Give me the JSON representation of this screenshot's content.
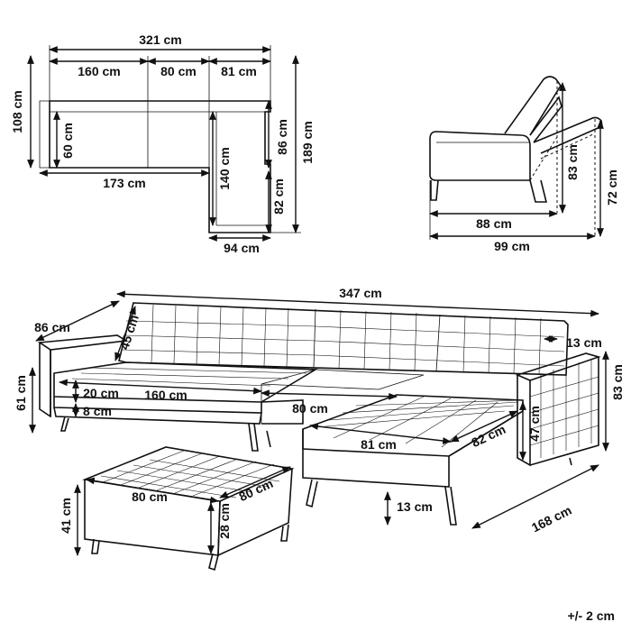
{
  "tolerance": "+/- 2 cm",
  "top_view": {
    "overall_width": "321 cm",
    "segment_1": "160 cm",
    "segment_2": "80 cm",
    "segment_3": "81 cm",
    "overall_depth": "108 cm",
    "seat_depth": "60 cm",
    "bed_width": "173 cm",
    "chaise_length": "140 cm",
    "chaise_seat": "86 cm",
    "chaise_total": "189 cm",
    "chaise_end": "82 cm",
    "chaise_width": "94 cm"
  },
  "side_view": {
    "height_upright": "83 cm",
    "height_reclined": "72 cm",
    "depth_upright": "88 cm",
    "depth_reclined": "99 cm"
  },
  "perspective_view": {
    "total_width": "347 cm",
    "depth": "86 cm",
    "back_height": "45 cm",
    "seat_height": "61 cm",
    "cushion_depth": "20 cm",
    "sofa_seat_width": "160 cm",
    "leg_height": "8 cm",
    "middle_seat_width": "80 cm",
    "chaise_width": "81 cm",
    "chaise_depth": "82 cm",
    "arm_width": "13 cm",
    "arm_height": "47 cm",
    "total_height": "83 cm",
    "chaise_leg_height": "13 cm",
    "overall_length": "168 cm"
  },
  "ottoman": {
    "width": "80 cm",
    "depth": "80 cm",
    "total_height": "41 cm",
    "cushion_height": "28 cm"
  }
}
